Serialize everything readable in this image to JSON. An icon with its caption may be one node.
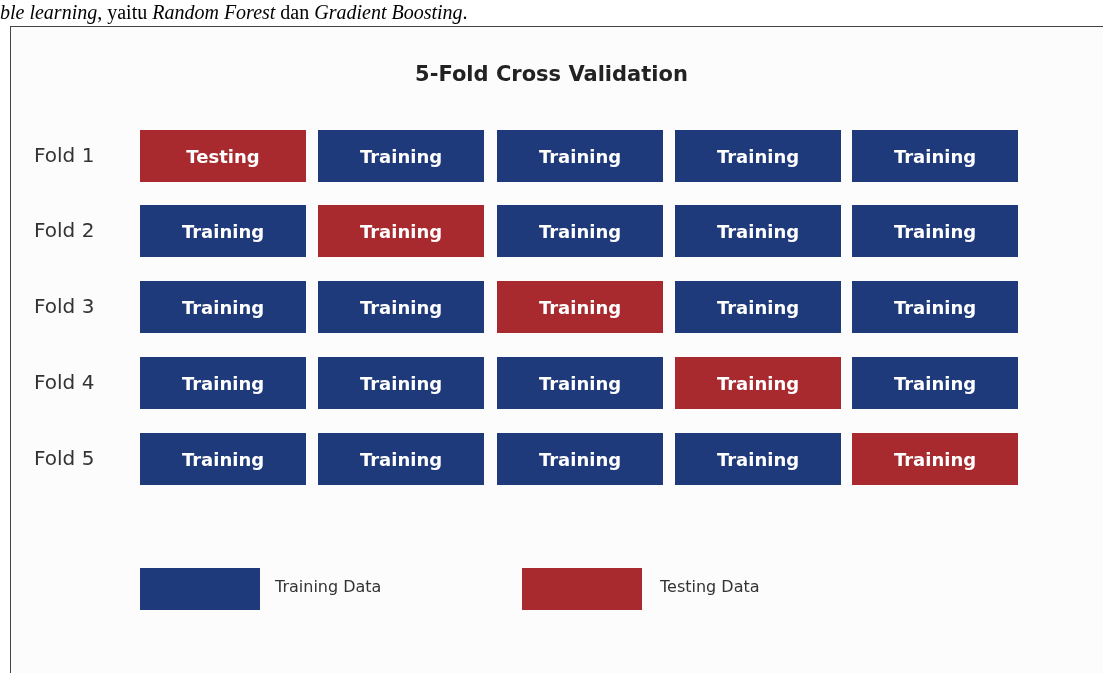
{
  "diagram": {
    "title": "5-Fold Cross Validation",
    "nodes": [
      {
        "text": [
          "Testing"
        ]
      },
      {
        "text": [
          "Training"
        ]
      },
      {
        "text": [
          "Training"
        ]
      },
      {
        "text": [
          "Training"
        ]
      },
      {
        "text": [
          "Training"
        ]
      },
      {
        "text": [
          "Training"
        ]
      },
      {
        "text": [
          "Training"
        ]
      },
      {
        "text": [
          "Training"
        ]
      },
      {
        "text": [
          "Training"
        ]
      },
      {
        "text": [
          "Training"
        ]
      },
      {
        "text": [
          "Training"
        ]
      },
      {
        "text": [
          "Training"
        ]
      },
      {
        "text": [
          "Training"
        ]
      },
      {
        "text": [
          "Training"
        ]
      },
      {
        "text": [
          "Training"
        ]
      },
      {
        "text": [
          "Training"
        ]
      },
      {
        "text": [
          "Training"
        ]
      },
      {
        "text": [
          "Training"
        ]
      },
      {
        "text": [
          "Training"
        ]
      },
      {
        "text": [
          "Training"
        ]
      },
      {
        "text": [
          "Training"
        ]
      },
      {
        "text": [
          "Training"
        ]
      },
      {
        "text": [
          "Training"
        ]
      },
      {
        "text": [
          "Training"
        ]
      },
      {
        "text": [
          "Training"
        ]
      }
    ],
    "labels": [
      "*ble learning*, yaitu *Random Forest* dan *Gradient Boosting*.",
      "Fold 1",
      "Fold 2",
      "Fold 3",
      "Fold 4",
      "Fold 5"
    ],
    "legend": [
      {
        "text": "Training Data",
        "color": "#1f3a7a"
      },
      {
        "text": "Testing Data",
        "color": "#a82a2e"
      }
    ]
  }
}
